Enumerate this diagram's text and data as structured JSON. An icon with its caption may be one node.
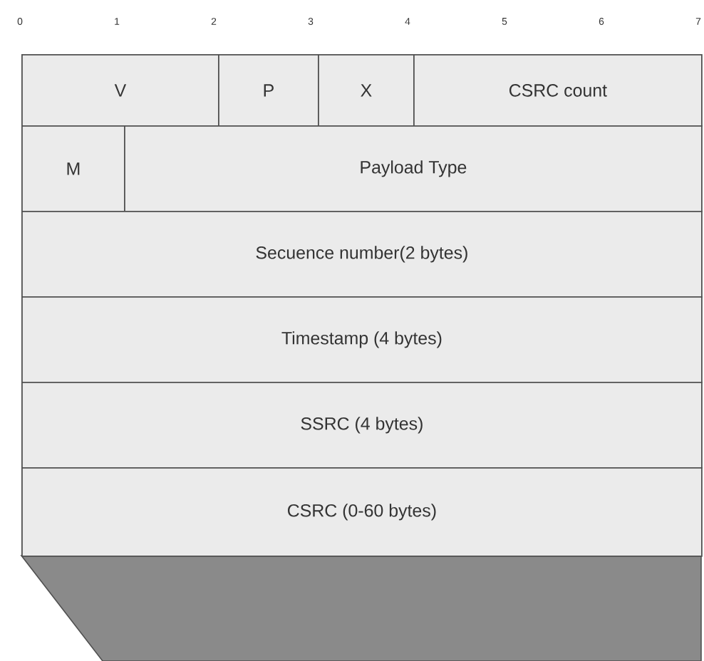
{
  "diagram": {
    "nodes": [
      {
        "text": [
          "V"
        ]
      },
      {
        "text": [
          "P"
        ]
      },
      {
        "text": [
          "X"
        ]
      },
      {
        "text": [
          "CSRC count"
        ]
      },
      {
        "text": [
          "M"
        ]
      },
      {
        "text": [
          "Payload Type"
        ]
      },
      {
        "text": [
          "Secuence number(2 bytes)"
        ]
      },
      {
        "text": [
          "Timestamp (4 bytes)"
        ]
      },
      {
        "text": [
          "SSRC (4 bytes)"
        ]
      },
      {
        "text": [
          "CSRC (0-60 bytes)"
        ]
      }
    ],
    "labels": [
      "0",
      "1",
      "2",
      "3",
      "4",
      "5",
      "6",
      "7"
    ]
  }
}
